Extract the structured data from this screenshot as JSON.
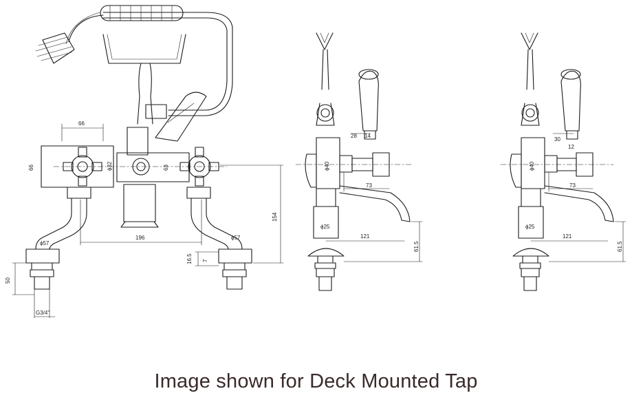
{
  "caption": "Image shown for Deck Mounted Tap",
  "front_view": {
    "dims": {
      "hand_width": "66",
      "body_height": "66",
      "diam_32": "ϕ32",
      "diam_63": "63",
      "centres": "196",
      "height": "154",
      "diam_57_left": "ϕ57",
      "diam_57_right": "ϕ57",
      "deck_gap": "16.5",
      "nut_gap": "7",
      "tail_length": "50",
      "thread": "G3/4\""
    }
  },
  "side_view_1": {
    "dims": {
      "a": "28",
      "b": "14",
      "diam_40": "ϕ40",
      "lever": "73",
      "diam_25": "ϕ25",
      "spout": "121",
      "spout_height": "61.5"
    }
  },
  "side_view_2": {
    "dims": {
      "a": "30",
      "b": "12",
      "diam_40": "ϕ40",
      "lever": "73",
      "diam_25": "ϕ25",
      "spout": "121",
      "spout_height": "61.5"
    }
  },
  "colors": {
    "line": "#1a1a1a",
    "caption": "#3a2a2a",
    "background": "#ffffff"
  }
}
